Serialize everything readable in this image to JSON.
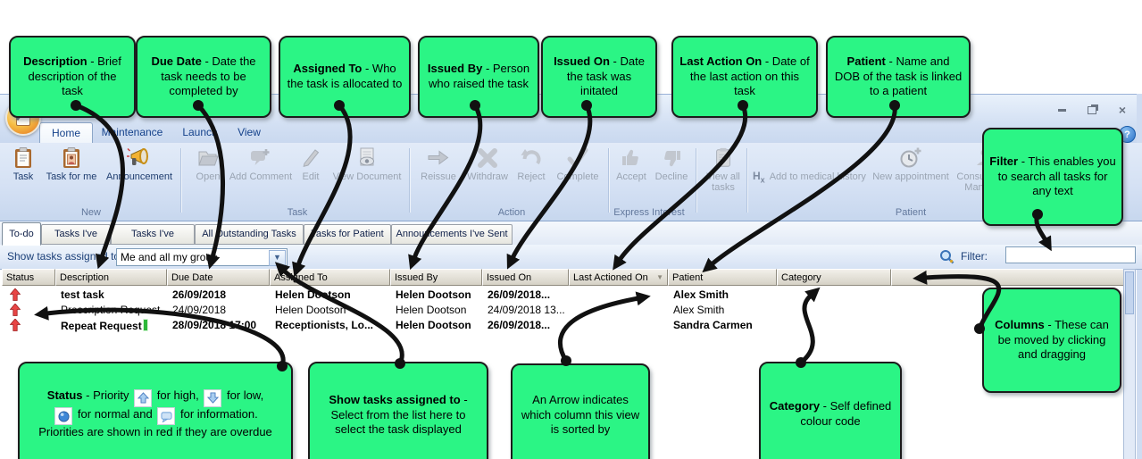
{
  "window": {
    "help_label": "?"
  },
  "ribbon": {
    "tabs": [
      "Home",
      "Maintenance",
      "Launch",
      "View"
    ],
    "groups": {
      "new": {
        "label": "New",
        "task": "Task",
        "task_for_me": "Task for me",
        "announcement": "Announcement"
      },
      "task": {
        "label": "Task",
        "open": "Open",
        "add_comment": "Add Comment",
        "edit": "Edit",
        "view_document": "View Document"
      },
      "action": {
        "label": "Action",
        "reissue": "Reissue",
        "withdraw": "Withdraw",
        "reject": "Reject",
        "complete": "Complete"
      },
      "express": {
        "label": "Express Interest",
        "accept": "Accept",
        "decline": "Decline"
      },
      "patient": {
        "label": "Patient",
        "view_all_tasks": "View all tasks",
        "add_to_medical_history": "Add to medical history",
        "new_appointment": "New appointment",
        "consultation_manager": "Consultation Manager"
      }
    }
  },
  "view_tabs": [
    "To-do",
    "Tasks I've Issued",
    "Tasks I've Actioned",
    "All Outstanding Tasks",
    "Tasks for Patient",
    "Announcements I've Sent"
  ],
  "filter_bar": {
    "show_label": "Show tasks assigned to:",
    "dropdown_value": "Me and all my group",
    "filter_label": "Filter:",
    "filter_value": ""
  },
  "grid": {
    "columns": [
      "Status",
      "Description",
      "Due Date",
      "Assigned To",
      "Issued By",
      "Issued On",
      "Last Actioned On",
      "Patient",
      "Category"
    ],
    "sorted_column": "Last Actioned On",
    "rows": [
      {
        "priority": "high",
        "overdue": true,
        "bold": true,
        "description": "test task",
        "due_date": "26/09/2018",
        "assigned_to": "Helen Dootson",
        "issued_by": "Helen Dootson",
        "issued_on": "26/09/2018...",
        "last_actioned_on": "",
        "patient": "Alex Smith",
        "category": ""
      },
      {
        "priority": "high",
        "overdue": true,
        "bold": false,
        "description": "Prescription Request",
        "due_date": "24/09/2018",
        "assigned_to": "Helen Dootson",
        "issued_by": "Helen Dootson",
        "issued_on": "24/09/2018 13...",
        "last_actioned_on": "",
        "patient": "Alex Smith",
        "category": ""
      },
      {
        "priority": "high",
        "overdue": true,
        "bold": true,
        "description": "Repeat Request",
        "due_date": "28/09/2018 17:00",
        "assigned_to": "Receptionists, Lo...",
        "issued_by": "Helen Dootson",
        "issued_on": "26/09/2018...",
        "last_actioned_on": "",
        "patient": "Sandra Carmen",
        "category": ""
      }
    ],
    "category_color": "#2db83a",
    "priority_red": "#e84545"
  },
  "callouts": {
    "description": {
      "title": "Description",
      "text": " - Brief description of the task"
    },
    "due_date": {
      "title": "Due Date",
      "text": " - Date the task needs to be completed by"
    },
    "assigned_to": {
      "title": "Assigned To",
      "text": " - Who the task is allocated to"
    },
    "issued_by": {
      "title": "Issued By",
      "text": " - Person who raised the task"
    },
    "issued_on": {
      "title": "Issued On",
      "text": " - Date the task was initated"
    },
    "last_action_on": {
      "title": "Last Action On",
      "text": " - Date of the last action on this task"
    },
    "patient": {
      "title": "Patient",
      "text": " - Name and DOB of the task is linked to a patient"
    },
    "filter": {
      "title": "Filter",
      "text": " - This enables you to search all tasks for any text"
    },
    "show_tasks": {
      "title": "Show tasks assigned to",
      "text": " - Select from the list here to select the task displayed"
    },
    "sort_arrow": {
      "title": "",
      "text": "An Arrow indicates which column this view is sorted by"
    },
    "category": {
      "title": "Category",
      "text": " - Self defined colour code"
    },
    "columns": {
      "title": "Columns",
      "text": " - These can be moved by clicking and dragging"
    }
  },
  "status_callout": {
    "title": "Status",
    "p1": " - Priority",
    "p2": "for high,",
    "p3": "for low,",
    "p4": "for normal and",
    "p5": "for information.",
    "p6": "Priorities are shown in red if they are overdue"
  },
  "colors": {
    "callout_green": "#2bf585",
    "ribbon_blue": "#d5e1f4",
    "header_gray": "#d6d2c6"
  }
}
